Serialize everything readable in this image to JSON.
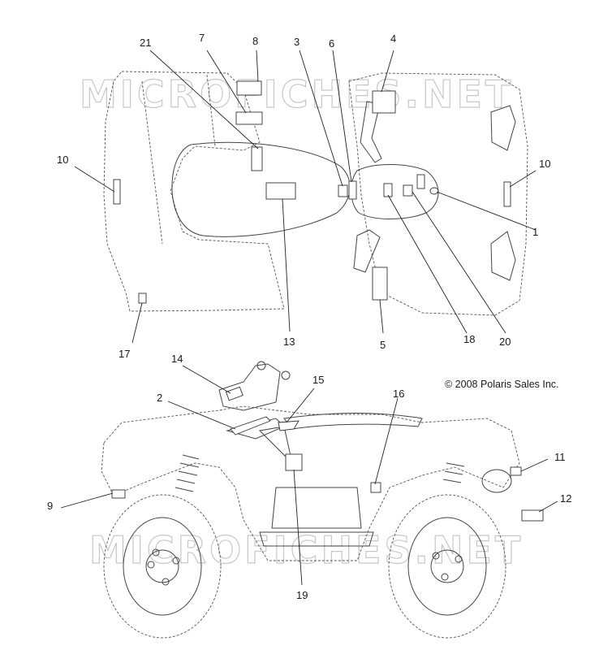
{
  "watermark": {
    "top": "MICROFICHES.NET",
    "bottom": "MICROFICHES.NET"
  },
  "copyright": "© 2008 Polaris Sales Inc.",
  "callouts": {
    "c1": "1",
    "c2": "2",
    "c3": "3",
    "c4": "4",
    "c5": "5",
    "c6": "6",
    "c7": "7",
    "c8": "8",
    "c9": "9",
    "c10a": "10",
    "c10b": "10",
    "c11": "11",
    "c12": "12",
    "c13": "13",
    "c14": "14",
    "c15": "15",
    "c16": "16",
    "c17": "17",
    "c18": "18",
    "c19": "19",
    "c20": "20",
    "c21": "21"
  }
}
